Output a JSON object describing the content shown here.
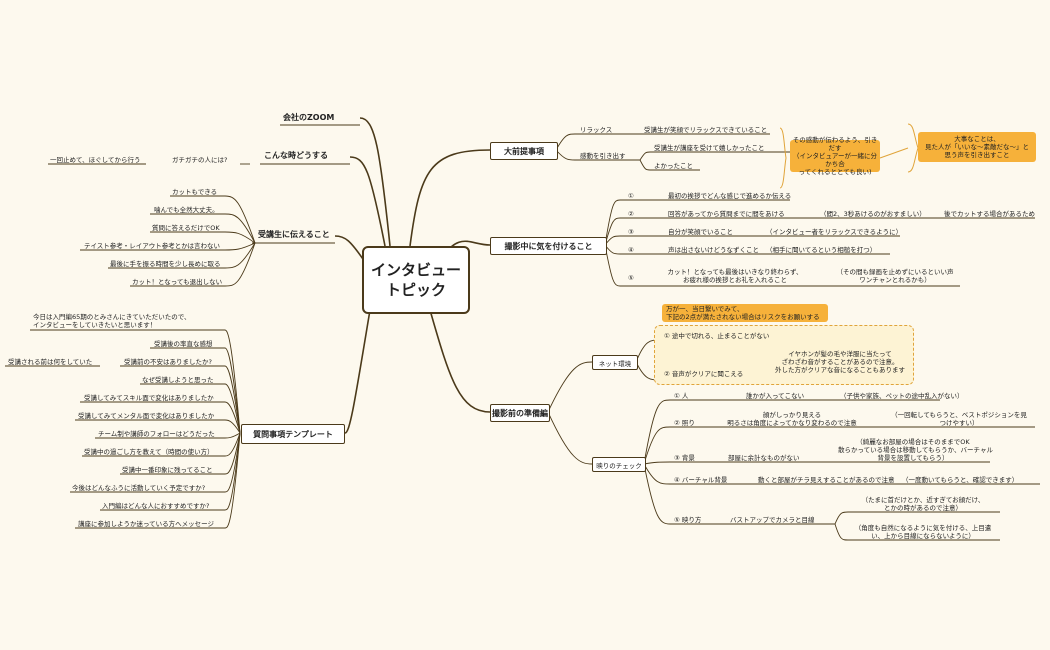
{
  "central": {
    "line1": "インタビュー",
    "line2": "トピック"
  },
  "left": {
    "zoom": "会社のZOOM",
    "what_to_do": {
      "label": "こんな時どうする",
      "q": "ガチガチの人には?",
      "a": "一回止めて、ほぐしてから行う"
    },
    "tell": {
      "label": "受講生に伝えること",
      "items": [
        "カットもできる",
        "噛んでも全然大丈夫。",
        "質問に答えるだけでOK",
        "テイスト参考・レイアウト参考とかは言わない",
        "最後に手を振る時間を少し長めに取る",
        "カット！となっても退出しない"
      ]
    },
    "template": {
      "label": "質問事項テンプレート",
      "intro1": "今日は入門編65期のとみさんにきていただいたので、",
      "intro2": "インタビューをしていきたいと思います！",
      "items": [
        "受講後の率直な感想",
        "受講前の不安はありましたか?",
        "なぜ受講しようと思った",
        "受講してみてスキル面で変化はありましたか",
        "受講してみてメンタル面で変化はありましたか",
        "チーム制や講師のフォローはどうだった",
        "受講中の過ごし方を教えて（時間の使い方）",
        "受講中一番印象に残ってること",
        "今後はどんなふうに活動していく予定ですか?",
        "入門編はどんな人におすすめですか?",
        "講座に参加しようか迷っている方へメッセージ"
      ],
      "before": "受講される前は何をしていた"
    }
  },
  "right": {
    "premise": {
      "label": "大前提事項",
      "relax": "リラックス",
      "relax_d": "受講生が笑顔でリラックスできていること",
      "impress": "感動を引き出す",
      "impress1": "受講生が講座を受けて嬉しかったこと",
      "impress2": "よかったこと",
      "note1": "その感動が伝わるよう、引きだす",
      "note2": "（インタビュアーが一緒に分かち合",
      "note3": "ってくれるととても良い)",
      "key1": "大事なことは、",
      "key2": "見た人が「いいな〜素敵だな〜」と",
      "key3": "思う声を引き出すこと"
    },
    "shoot": {
      "label": "撮影中に気を付けること",
      "nums": [
        "①",
        "②",
        "③",
        "④",
        "⑤"
      ],
      "r1": "最初の挨拶でどんな感じで進めるか伝える",
      "r2": "回答があってから質問までに間をあける",
      "r2n": "（間2、3秒あけるのがおすましい）",
      "r2e": "後でカットする場合があるため",
      "r3": "自分が笑顔でいること",
      "r3n": "（インタビュー者をリラックスできるように）",
      "r4": "声は出さないけどうなずくこと",
      "r4n": "（相手に聞いてるという相槌を打つ）",
      "r5a": "カット！となっても最後はいきなり終わらず、",
      "r5b": "お疲れ様の挨拶とお礼を入れること",
      "r5na": "（その間も録画を止めずにいるといい声",
      "r5nb": "ワンチャンとれるかも）"
    },
    "prep": {
      "label": "撮影前の準備編",
      "warn1": "万が一、当日繋いでみて、",
      "warn2": "下記の2点が満たされない場合はリスクをお願いする",
      "net": "ネット環境",
      "net1": "① 途中で切れる、止まることがない",
      "net2": "② 音声がクリアに聞こえる",
      "net2a": "イヤホンが髪の毛や洋服に当たって",
      "net2b": "ざわざわ音がすることがあるので注意。",
      "net2c": "外した方がクリアな音になることもあります",
      "check": "映りのチェック",
      "c1": "① 人",
      "c1a": "誰かが入ってこない",
      "c1b": "（子供や家族、ペットの途中乱入がない）",
      "c2": "② 照り",
      "c2a": "顔がしっかり見える",
      "c2b": "明るさは角度によってかなり変わるので注意",
      "c2na": "（一回転してもらうと、ベストポジションを見",
      "c2nb": "つけやすい）",
      "c3": "③ 背景",
      "c3a": "部屋に余計なものがない",
      "c3na": "（綺麗なお部屋の場合はそのままでOK",
      "c3nb": "散らかっている場合は移動してもらうか、バーチャル",
      "c3nc": "背景を設置してもらう）",
      "c4": "④ バーチャル背景",
      "c4a": "動くと部屋がチラ見えすることがあるので注意",
      "c4b": "（一度動いてもらうと、確認できます）",
      "c5": "⑤ 映り方",
      "c5a": "バストアップでカメラと目線",
      "c5na": "（たまに首だけとか、近すぎてお顔だけ、",
      "c5nb": "とかの時があるので注意）",
      "c5nc": "（角度も自然になるように気を付ける、上目遣",
      "c5nd": "い、上から目線にならないように）"
    }
  }
}
